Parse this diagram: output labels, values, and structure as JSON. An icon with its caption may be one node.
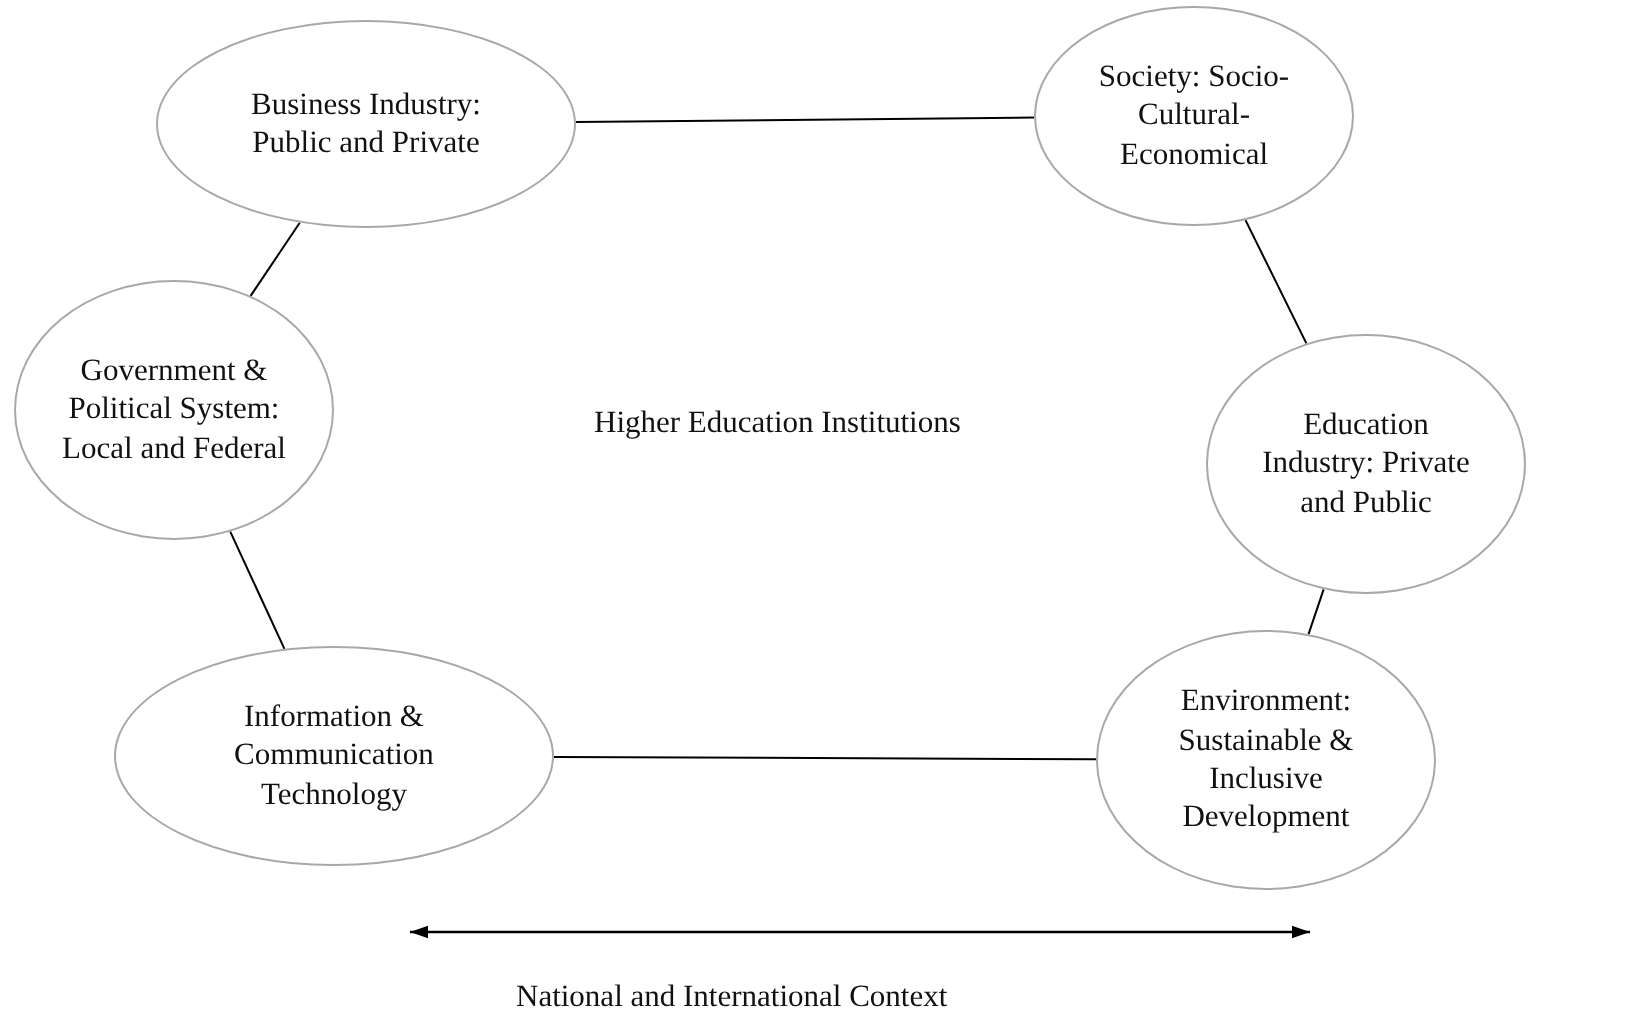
{
  "diagram": {
    "nodes": [
      {
        "text": [
          "Business Industry: Public and Private"
        ]
      },
      {
        "text": [
          "Society: Socio-Cultural-Economical"
        ]
      },
      {
        "text": [
          "Government & Political System: Local and Federal"
        ]
      },
      {
        "text": [
          "Education Industry: Private and Public"
        ]
      },
      {
        "text": [
          "Information & Communication Technology"
        ]
      },
      {
        "text": [
          "Environment: Sustainable & Inclusive Development"
        ]
      }
    ],
    "edges": [
      {
        "from": 0,
        "to": 1,
        "arrow": "none"
      },
      {
        "from": 1,
        "to": 3,
        "arrow": "none"
      },
      {
        "from": 3,
        "to": 5,
        "arrow": "none"
      },
      {
        "from": 5,
        "to": 4,
        "arrow": "none"
      },
      {
        "from": 4,
        "to": 2,
        "arrow": "none"
      },
      {
        "from": 2,
        "to": 0,
        "arrow": "none"
      }
    ],
    "labels": [
      "Higher Education Institutions",
      "National and International Context"
    ]
  }
}
